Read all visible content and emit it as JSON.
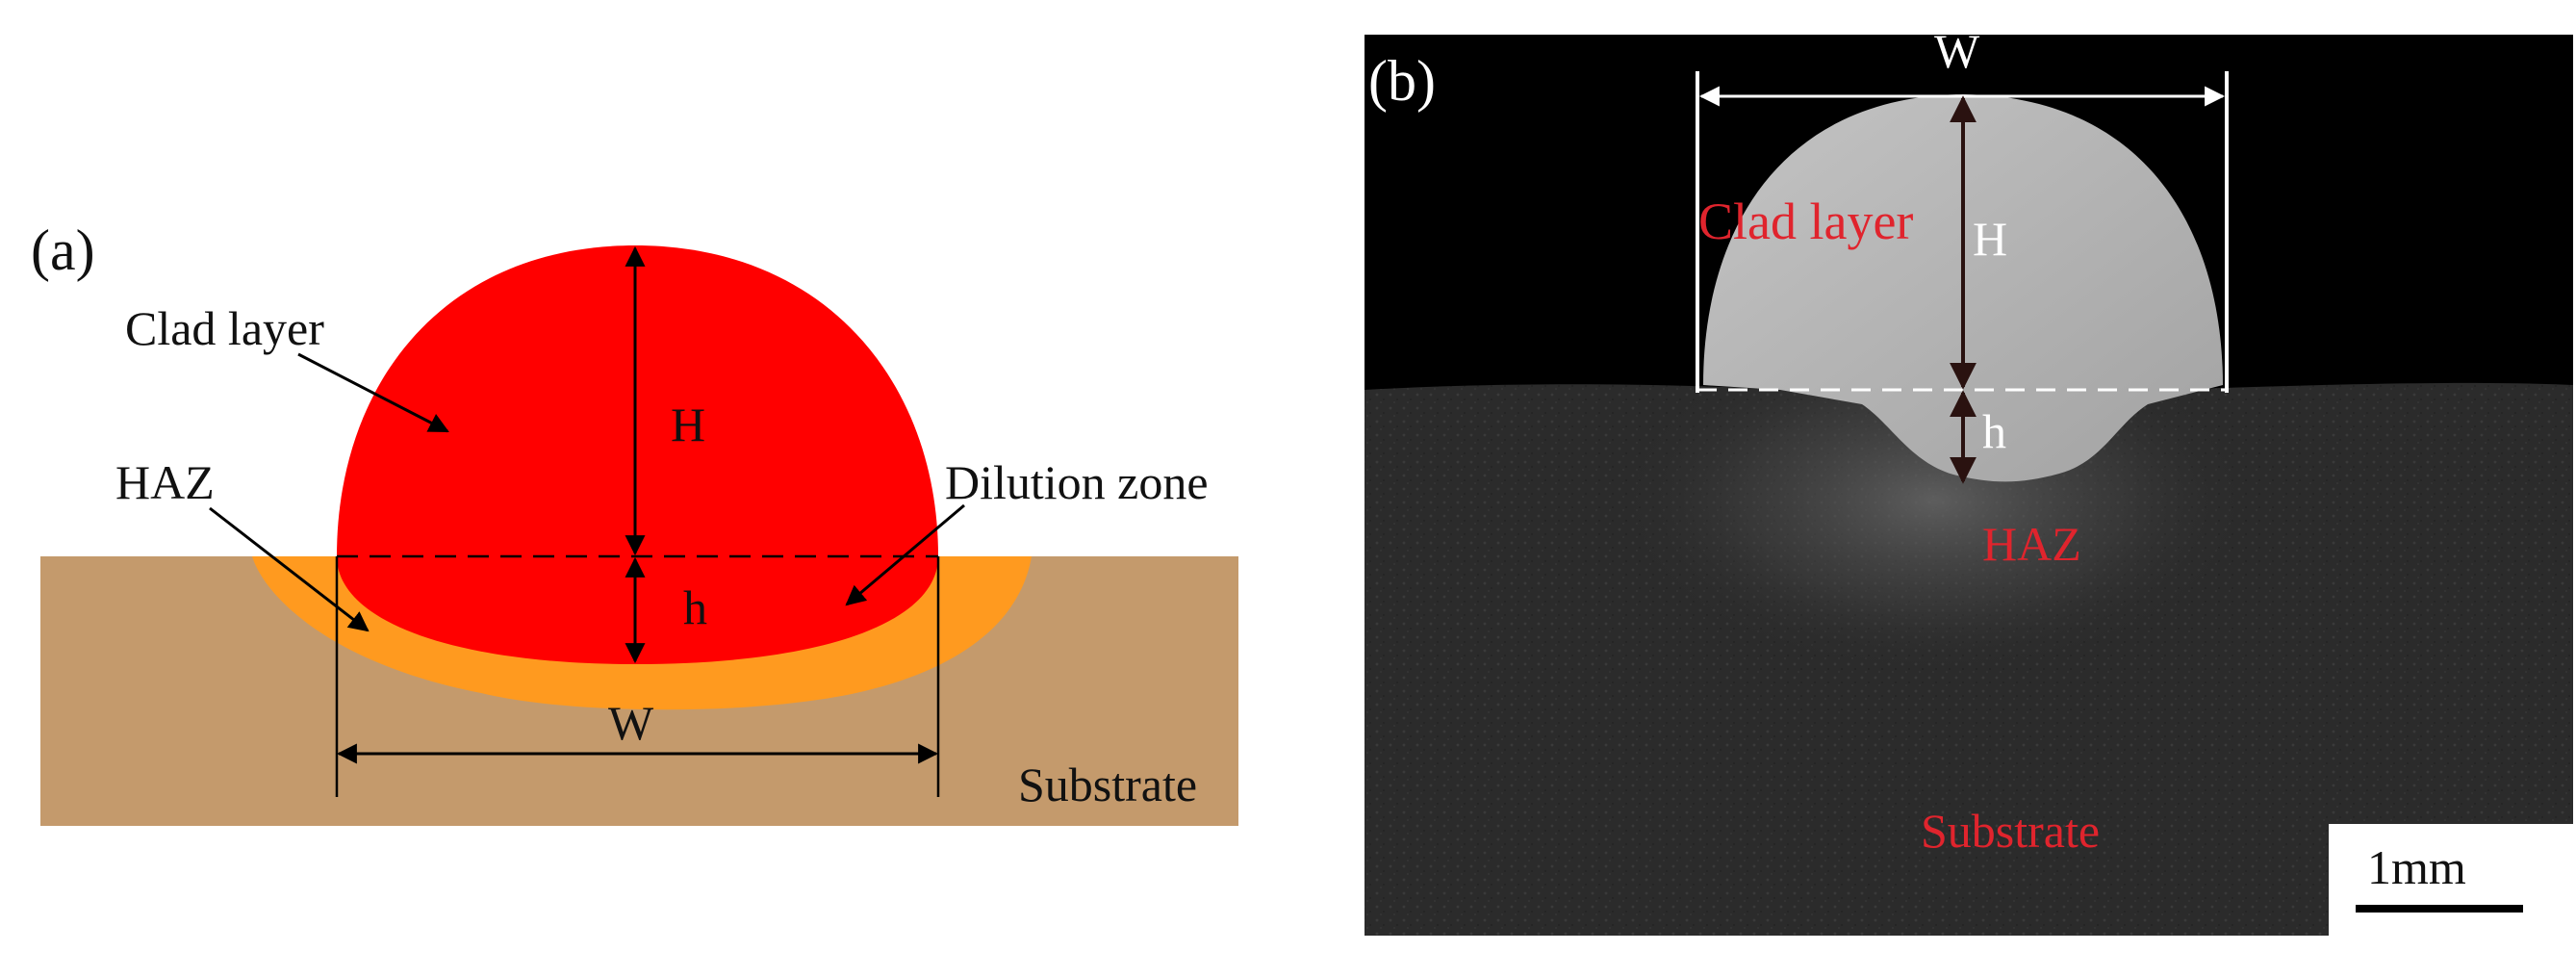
{
  "panel_a": {
    "tag": "(a)",
    "labels": {
      "clad_layer": "Clad layer",
      "haz": "HAZ",
      "dilution_zone": "Dilution zone",
      "substrate": "Substrate",
      "H": "H",
      "h": "h",
      "W": "W"
    },
    "colors": {
      "clad": "#ff0000",
      "haz": "#ff9a1f",
      "substrate": "#c49a6c"
    }
  },
  "panel_b": {
    "tag": "(b)",
    "labels": {
      "clad_layer": "Clad layer",
      "haz": "HAZ",
      "substrate": "Substrate",
      "H": "H",
      "h": "h",
      "W": "W"
    },
    "scale_bar": "1mm",
    "colors": {
      "background": "#000000",
      "bead": "#b2b2b2",
      "substrate": "#2c2c2c",
      "label_red": "#e0242d"
    }
  }
}
